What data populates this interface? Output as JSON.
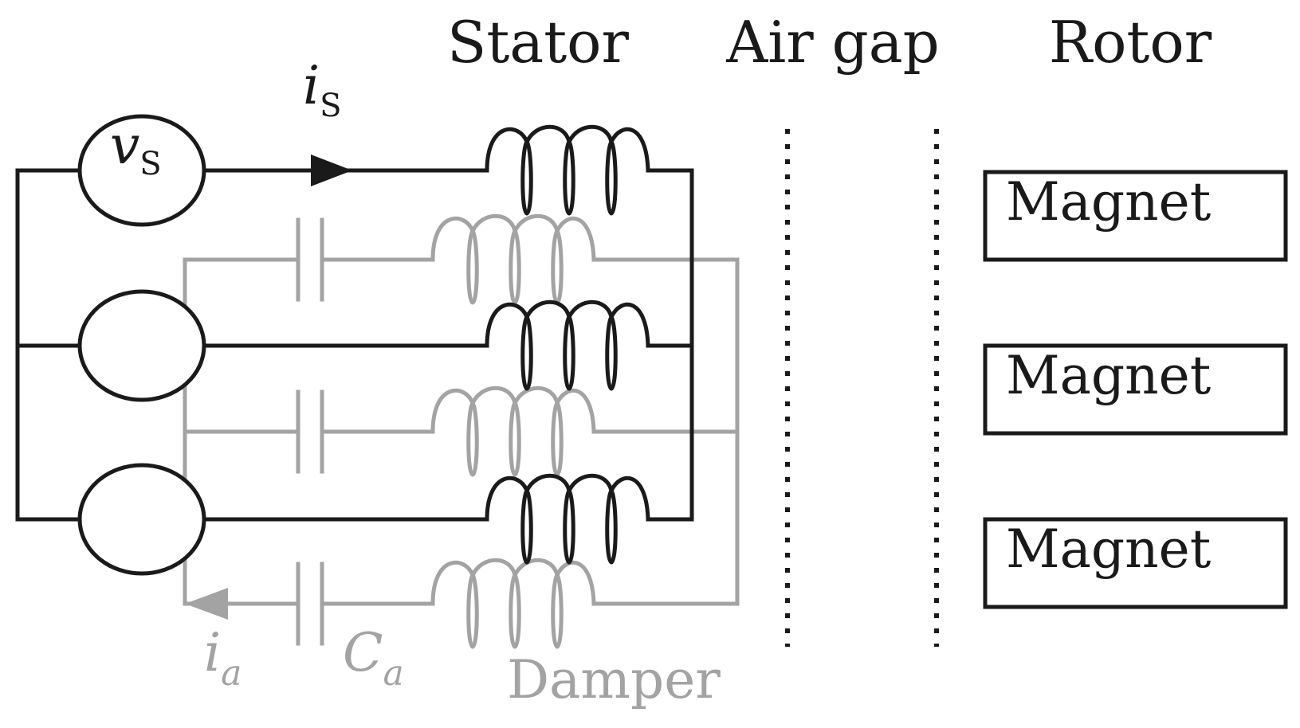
{
  "headers": {
    "stator": "Stator",
    "air_gap": "Air gap",
    "rotor": "Rotor"
  },
  "magnets": [
    "Magnet",
    "Magnet",
    "Magnet"
  ],
  "damper_label": "Damper",
  "source_voltage": {
    "symbol": "v",
    "subscript": "S"
  },
  "stator_current": {
    "symbol": "i",
    "subscript": "S"
  },
  "damper_current": {
    "symbol": "i",
    "subscript": "a"
  },
  "damper_capacitance": {
    "symbol": "C",
    "subscript": "a"
  },
  "colors": {
    "stator_circuit": "#1a1a1a",
    "damper_circuit": "#a3a3a3"
  },
  "icons": [
    "voltage-source-icon",
    "inductor-icon",
    "capacitor-icon",
    "current-arrow-icon"
  ]
}
